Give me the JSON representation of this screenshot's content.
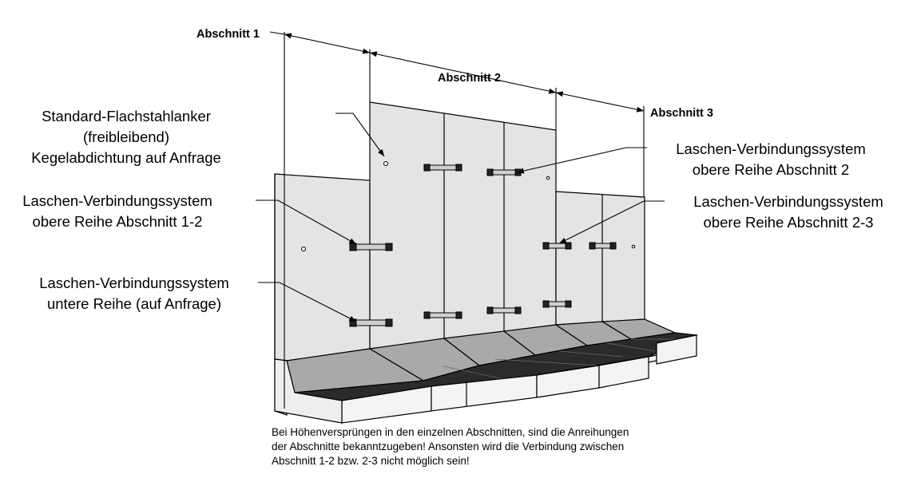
{
  "sections": {
    "s1": "Abschnitt 1",
    "s2": "Abschnitt 2",
    "s3": "Abschnitt 3"
  },
  "callouts": {
    "anchor": [
      "Standard-Flachstahlanker",
      "(freibleibend)",
      "Kegelabdichtung auf Anfrage"
    ],
    "upper_12": [
      "Laschen-Verbindungssystem",
      "obere Reihe Abschnitt 1-2"
    ],
    "lower_row": [
      "Laschen-Verbindungssystem",
      "untere Reihe (auf Anfrage)"
    ],
    "upper_2": [
      "Laschen-Verbindungssystem",
      "obere Reihe Abschnitt 2"
    ],
    "upper_23": [
      "Laschen-Verbindungssystem",
      "obere Reihe Abschnitt 2-3"
    ]
  },
  "note": [
    "Bei Höhenversprüngen in den einzelnen Abschnitten, sind die Anreihungen",
    "der Abschnitte bekanntzugeben! Ansonsten wird die Verbindung zwischen",
    "Abschnitt 1-2 bzw. 2-3 nicht möglich sein!"
  ],
  "colors": {
    "wall": "#e4e4e4",
    "slope": "#a9a9a9",
    "base_top": "#2b2b2b",
    "base_front": "#f4f4f4",
    "outline": "#000000"
  }
}
